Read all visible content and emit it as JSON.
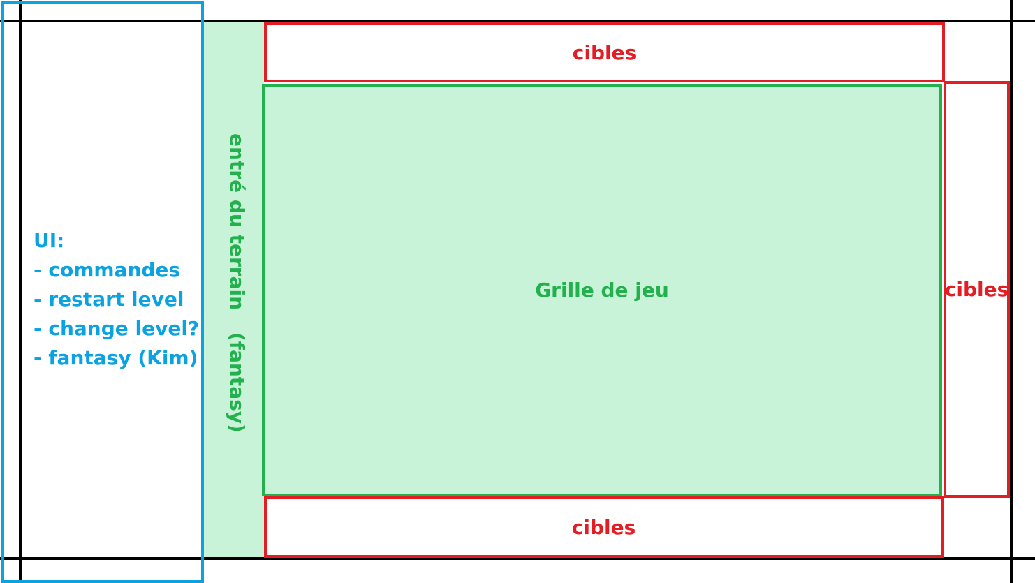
{
  "colors": {
    "ui": "#0aa2e0",
    "grid": "#22b14c",
    "grid_fill": "#c9f3d8",
    "target": "#e41c24",
    "frame": "#000000"
  },
  "ui_panel": {
    "lines": "UI:\n- commandes\n- restart level\n- change level?\n- fantasy (Kim)"
  },
  "entry": {
    "title": "entré du terrain",
    "subtitle": "(fantasy)"
  },
  "grid": {
    "label": "Grille de jeu"
  },
  "targets": {
    "top": "cibles",
    "right": "cibles",
    "bottom": "cibles"
  }
}
